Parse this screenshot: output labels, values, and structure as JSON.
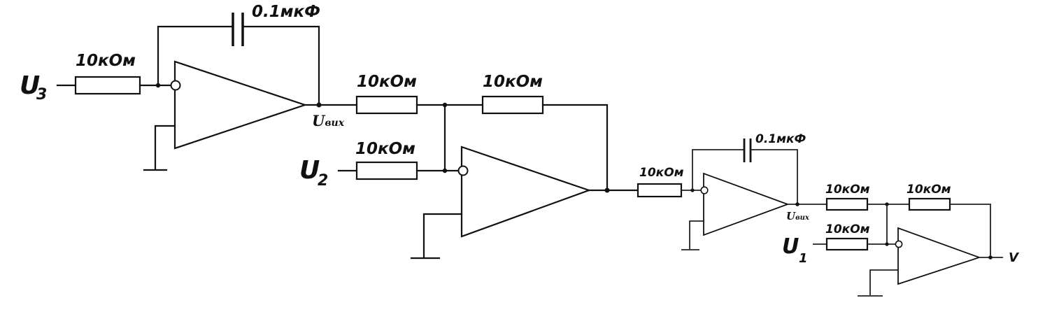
{
  "inputs": {
    "u3": {
      "letter": "U",
      "sub": "3"
    },
    "u2": {
      "letter": "U",
      "sub": "2"
    },
    "u1": {
      "letter": "U",
      "sub": "1"
    }
  },
  "components": {
    "r_in_u3": "10кОм",
    "c_int1": "0.1мкФ",
    "r_sum1_a": "10кОм",
    "r_sum1_fb": "10кОм",
    "r_in_u2": "10кОм",
    "r_in_int2": "10кОм",
    "c_int2": "0.1мкФ",
    "r_sum2_a": "10кОм",
    "r_sum2_fb": "10кОм",
    "r_in_u1": "10кОм"
  },
  "nodes": {
    "uvyx1": "Uвих",
    "uvyx2": "Uвих",
    "output": "V"
  }
}
